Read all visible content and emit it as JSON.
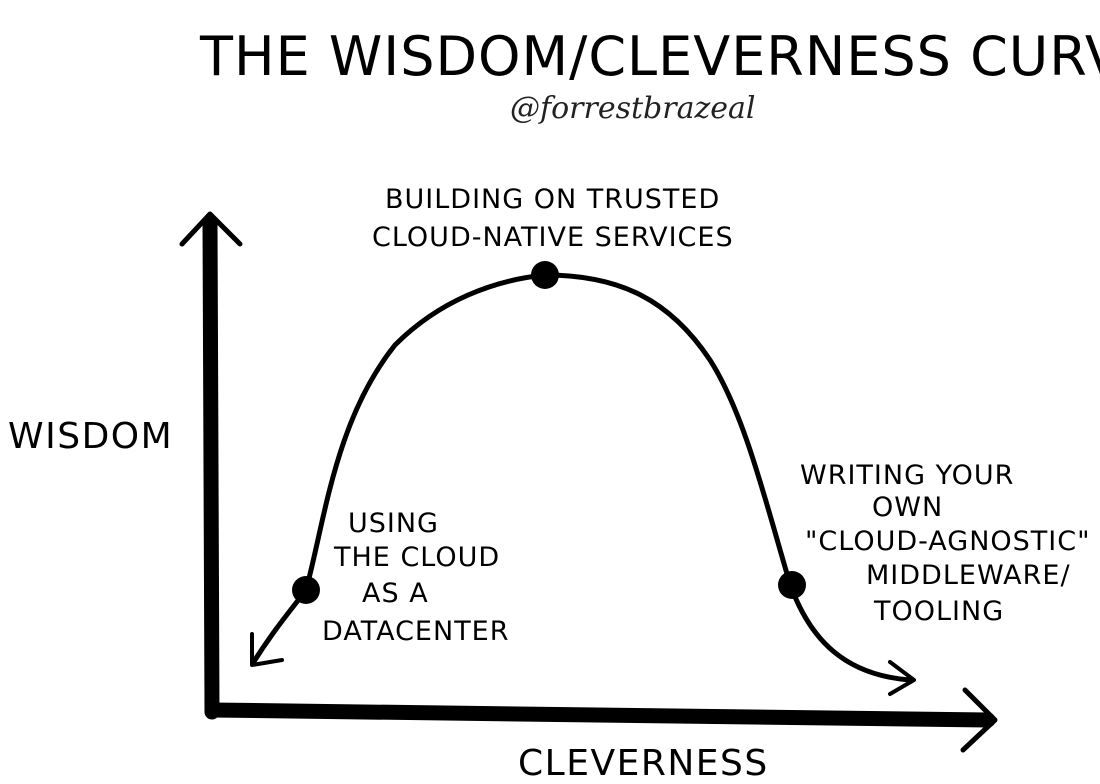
{
  "title": "THE WISDOM/CLEVERNESS CURVE",
  "credit": "@forrestbrazeal",
  "axes": {
    "y_label": "WISDOM",
    "x_label": "CLEVERNESS"
  },
  "annotations": {
    "peak": {
      "line1": "BUILDING ON TRUSTED",
      "line2": "CLOUD-NATIVE SERVICES"
    },
    "left": {
      "line1": "USING",
      "line2": "THE CLOUD",
      "line3": "AS A",
      "line4": "DATACENTER"
    },
    "right": {
      "line1": "WRITING YOUR",
      "line2": "OWN",
      "line3": "\"CLOUD-AGNOSTIC\"",
      "line4": "MIDDLEWARE/",
      "line5": "TOOLING"
    }
  }
}
